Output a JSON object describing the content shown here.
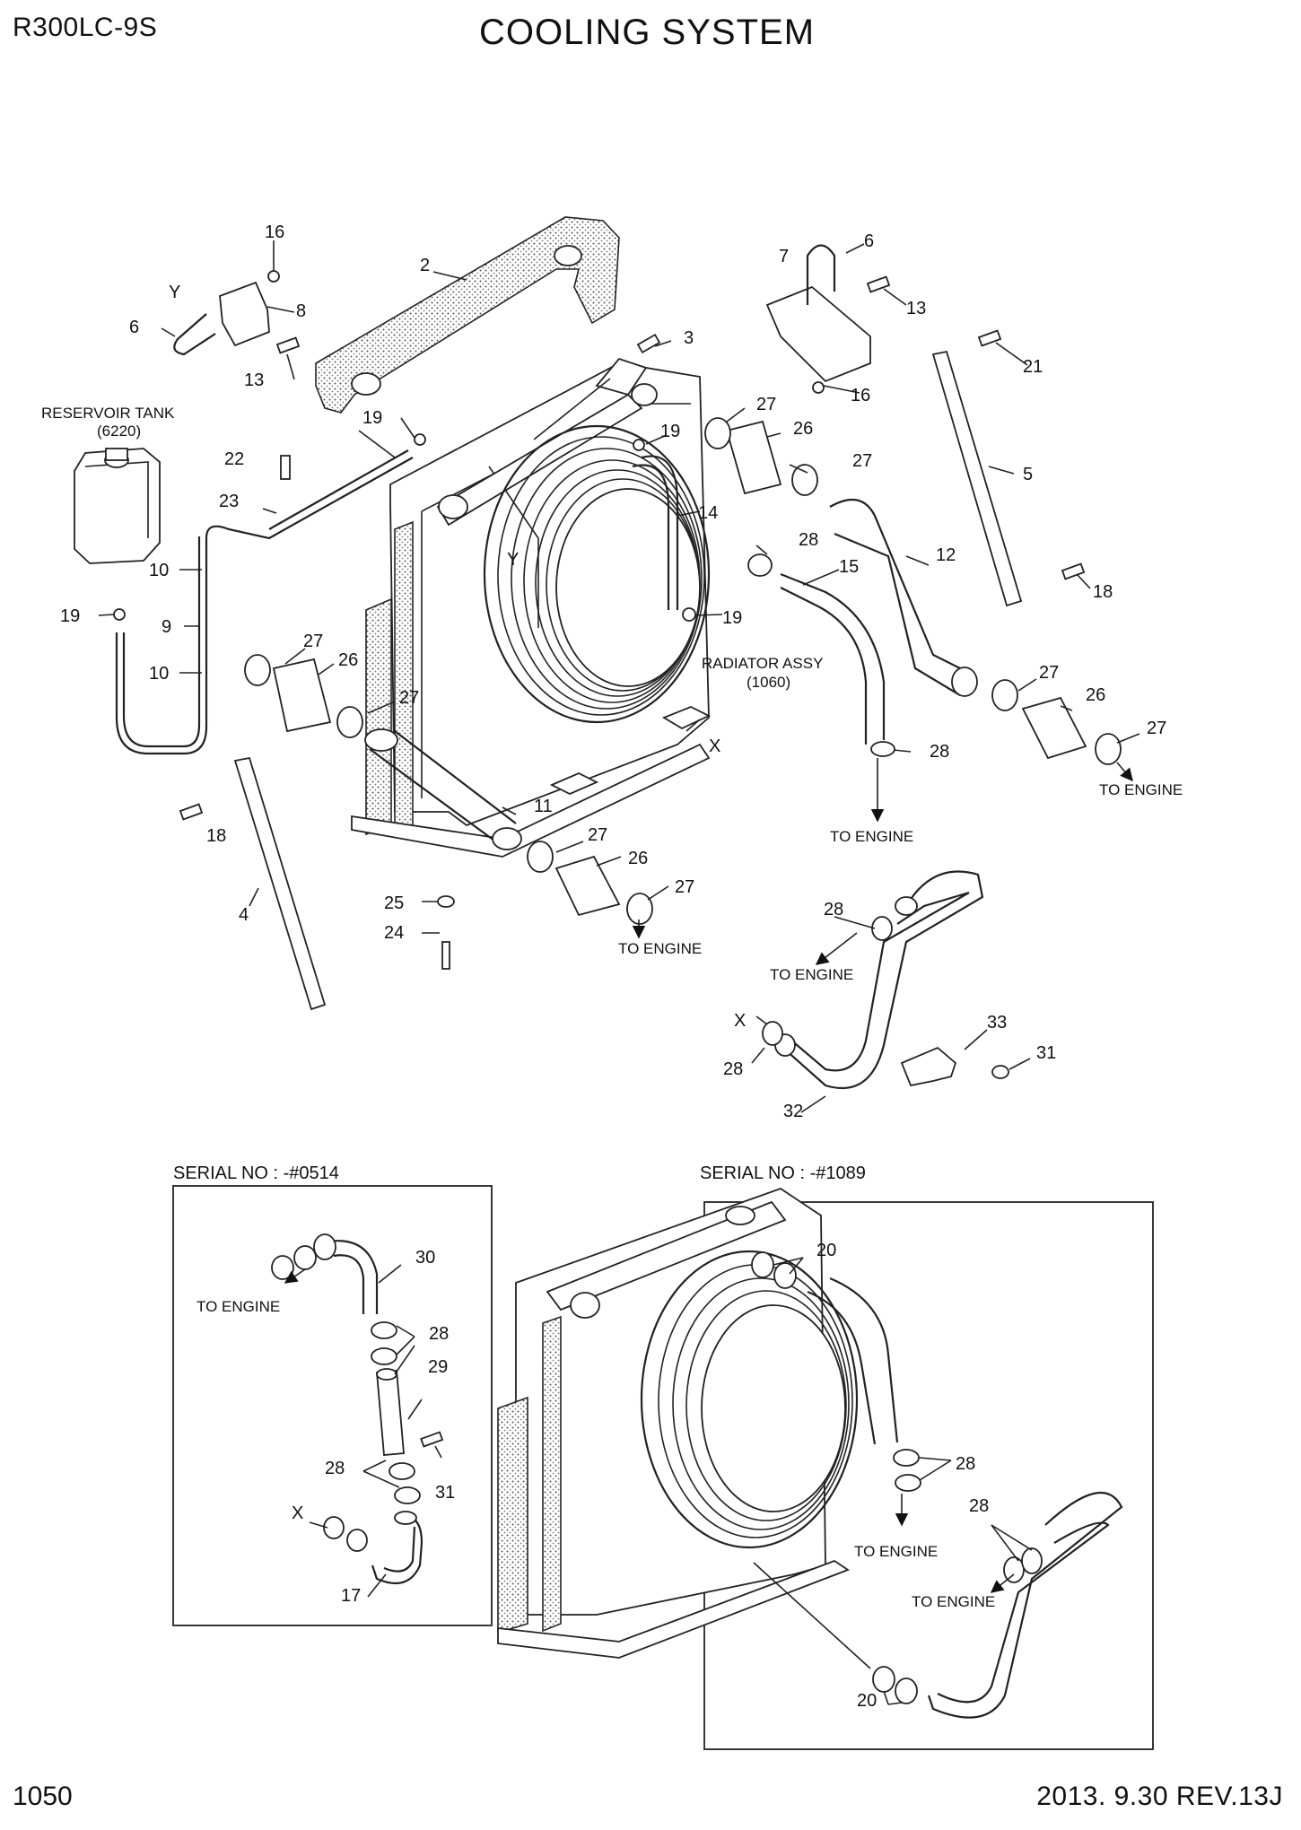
{
  "header": {
    "model": "R300LC-9S",
    "title": "COOLING SYSTEM"
  },
  "footer": {
    "page_number": "1050",
    "revision": "2013. 9.30  REV.13J"
  },
  "labels": {
    "reservoir_tank": "RESERVOIR TANK",
    "reservoir_tank_code": "(6220)",
    "radiator_assy": "RADIATOR ASSY",
    "radiator_assy_code": "(1060)",
    "to_engine": "TO ENGINE",
    "serial_left": "SERIAL NO : -#0514",
    "serial_right": "SERIAL NO : -#1089"
  },
  "callouts": {
    "n2": "2",
    "n3": "3",
    "n4": "4",
    "n5": "5",
    "n6": "6",
    "n7": "7",
    "n8": "8",
    "n9": "9",
    "n10": "10",
    "n11": "11",
    "n12": "12",
    "n13": "13",
    "n14": "14",
    "n15": "15",
    "n16": "16",
    "n17": "17",
    "n18": "18",
    "n19": "19",
    "n20": "20",
    "n21": "21",
    "n22": "22",
    "n23": "23",
    "n24": "24",
    "n25": "25",
    "n26": "26",
    "n27": "27",
    "n28": "28",
    "n29": "29",
    "n30": "30",
    "n31": "31",
    "n32": "32",
    "n33": "33",
    "X": "X",
    "Y": "Y"
  }
}
